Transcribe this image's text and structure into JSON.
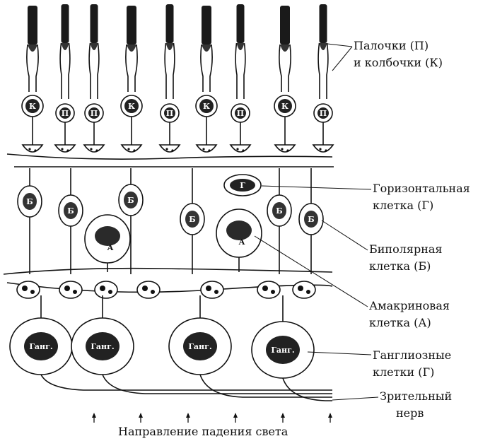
{
  "labels": {
    "rods_cones_line1": "Палочки (П)",
    "rods_cones_line2": "и колбочки (К)",
    "horizontal_line1": "Горизонтальная",
    "horizontal_line2": "клетка (Г)",
    "bipolar_line1": "Биполярная",
    "bipolar_line2": "клетка (Б)",
    "amacrine_line1": "Амакриновая",
    "amacrine_line2": "клетка (А)",
    "ganglion_line1": "Ганглиозные",
    "ganglion_line2": "клетки (Г)",
    "nerve_line1": "Зрительный",
    "nerve_line2": "нерв",
    "light_direction": "Направление падения света"
  },
  "cell_letters": {
    "cone": "К",
    "rod": "П",
    "bipolar": "Б",
    "horizontal": "Г",
    "amacrine": "А",
    "ganglion": "Ганг."
  }
}
